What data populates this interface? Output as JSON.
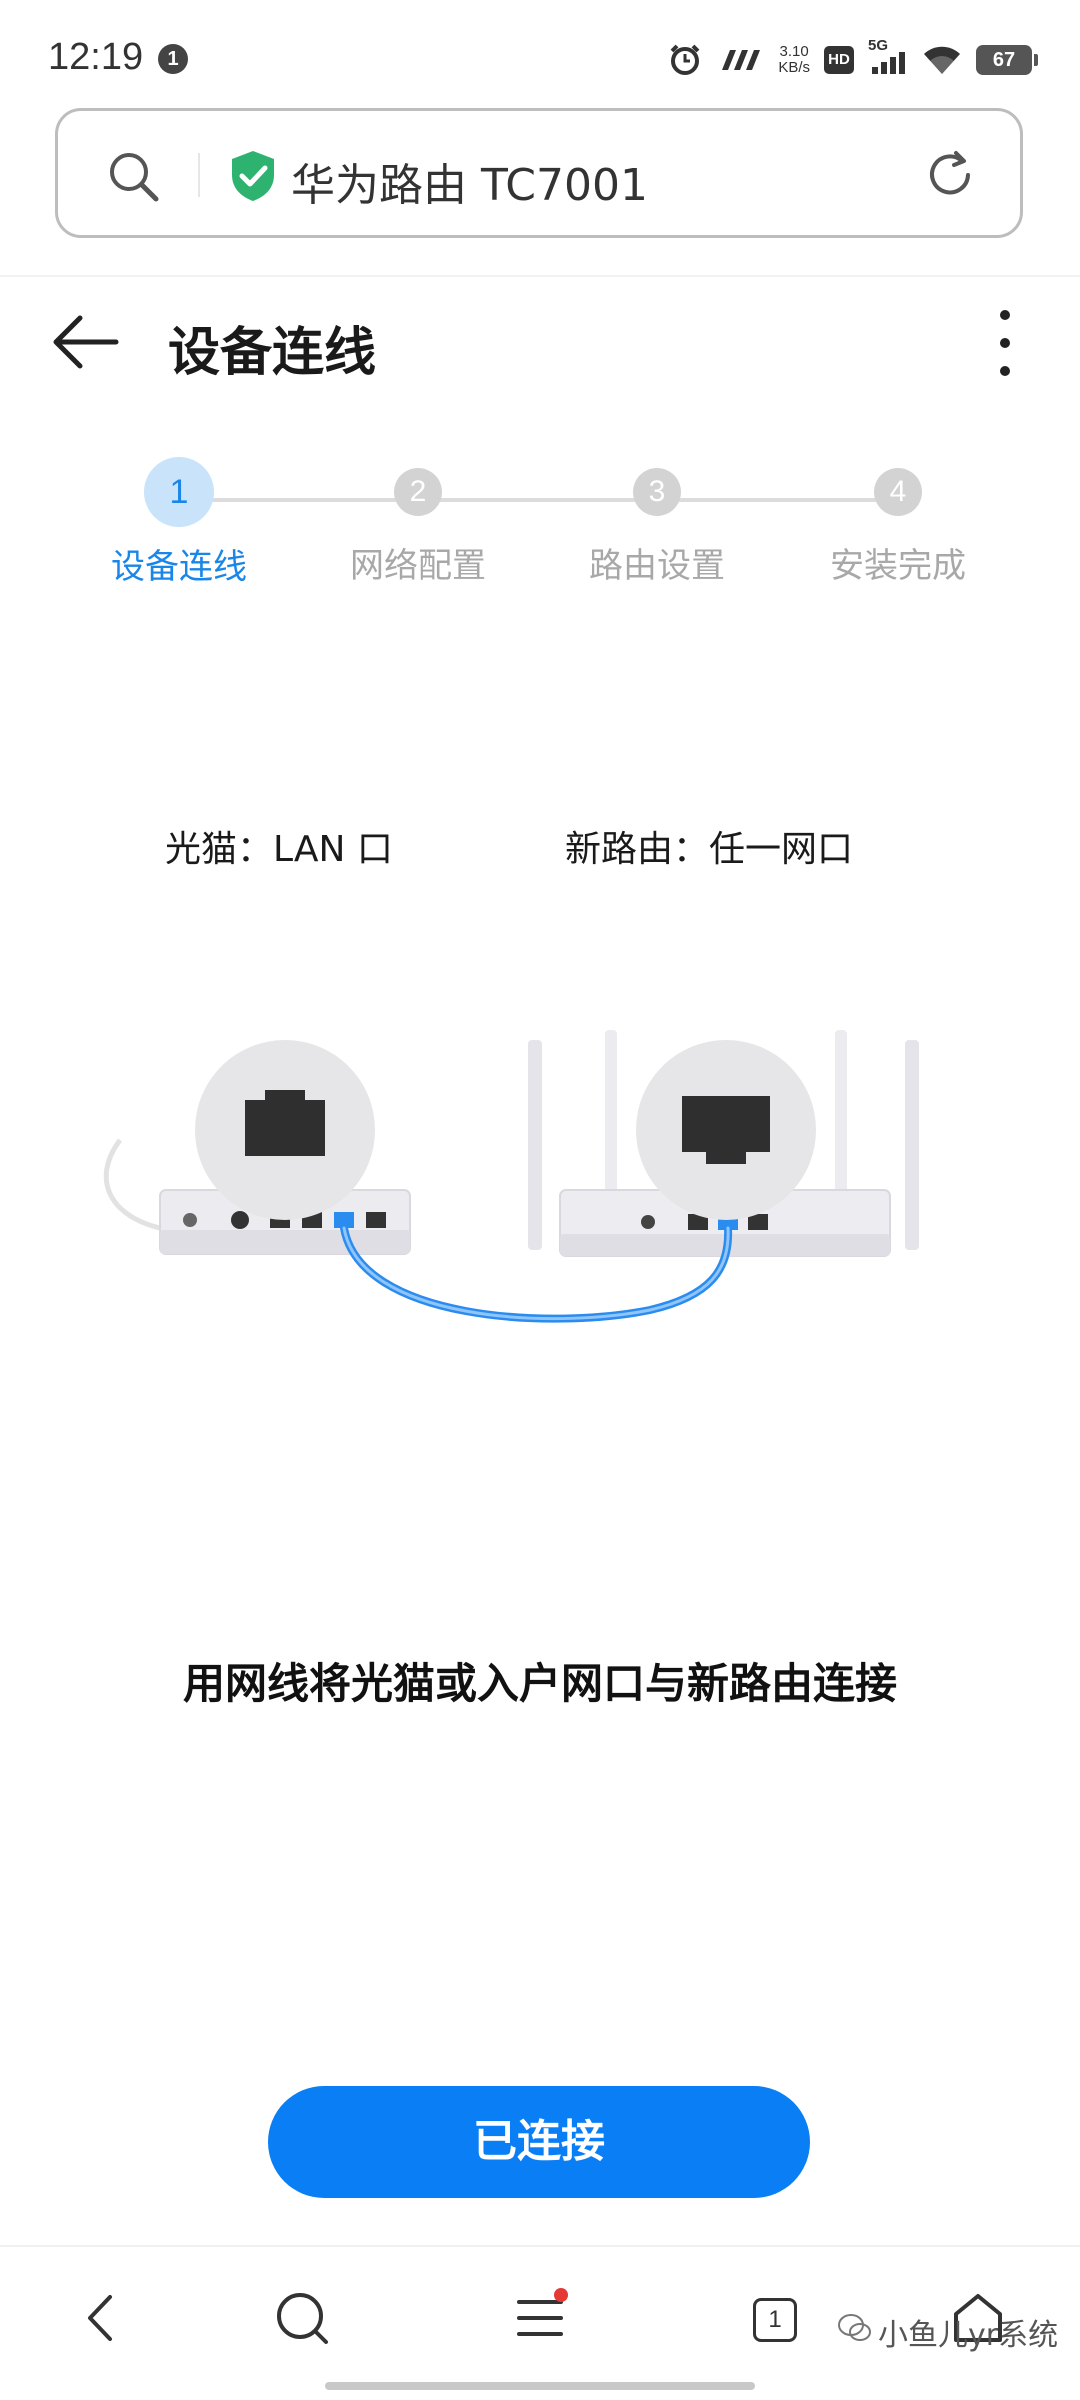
{
  "status_bar": {
    "time": "12:19",
    "notification_count": "1",
    "speed_value": "3.10",
    "speed_unit": "KB/s",
    "hd_label": "HD",
    "network_type": "5G",
    "battery": "67"
  },
  "address_bar": {
    "url_text": "华为路由 TC7001"
  },
  "header": {
    "title": "设备连线"
  },
  "stepper": {
    "steps": [
      {
        "number": "1",
        "label": "设备连线"
      },
      {
        "number": "2",
        "label": "网络配置"
      },
      {
        "number": "3",
        "label": "路由设置"
      },
      {
        "number": "4",
        "label": "安装完成"
      }
    ],
    "active_index": 0
  },
  "illustration": {
    "modem_port_label": "光猫：LAN 口",
    "router_port_label": "新路由：任一网口"
  },
  "instruction": "用网线将光猫或入户网口与新路由连接",
  "primary_button": "已连接",
  "bottom_nav": {
    "tab_count": "1",
    "items": [
      "back-icon",
      "search-icon",
      "menu-icon",
      "tabs-icon",
      "home-icon"
    ]
  },
  "watermark": "小鱼儿yr系统",
  "colors": {
    "accent": "#0a7ff5",
    "step_active_bg": "#c9e3fb",
    "shield_green": "#2db36f",
    "cable_blue": "#2b8cf0"
  }
}
